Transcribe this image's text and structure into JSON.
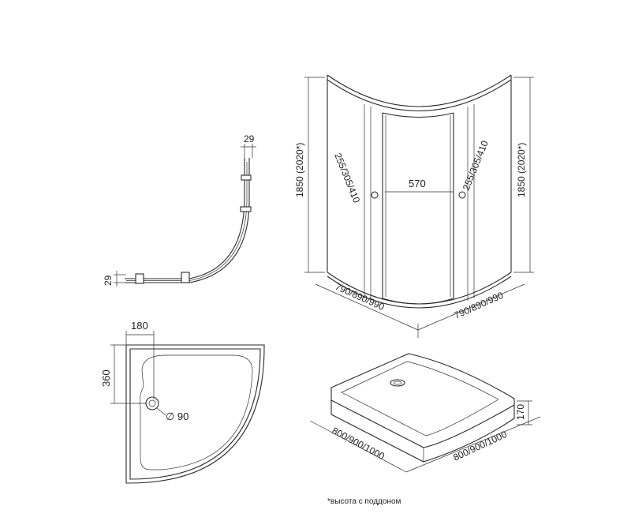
{
  "profile_view": {
    "top_width": "29",
    "side_height": "29"
  },
  "cabin_view": {
    "height_left": "1850 (2020*)",
    "height_right": "1850 (2020*)",
    "panel_left": "255/305/410",
    "panel_right": "255/305/410",
    "door_width": "570",
    "base_left": "790/890/990",
    "base_right": "790/890/990"
  },
  "tray_plan": {
    "drain_offset_x": "180",
    "drain_offset_y": "360",
    "drain_diameter": "∅ 90"
  },
  "tray_iso": {
    "height": "170",
    "size_left": "800/900/1000",
    "size_right": "800/900/1000"
  },
  "footnote": "*высота с поддоном"
}
